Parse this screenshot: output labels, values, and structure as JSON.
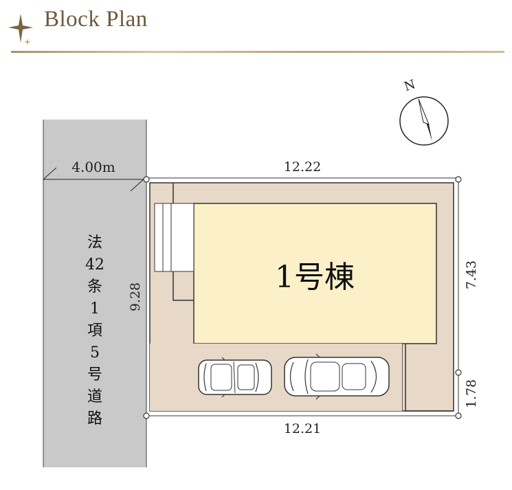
{
  "header": {
    "title": "Block Plan",
    "sparkle_icon": "sparkle-icon",
    "accent_color": "#b8a57a"
  },
  "plan": {
    "road_width": "4.00m",
    "road_label_chars": [
      "法",
      "42",
      "条",
      "1",
      "項",
      "5",
      "号",
      "道",
      "路"
    ],
    "building_label": "1号棟",
    "dimensions": {
      "top": "12.22",
      "bottom": "12.21",
      "left": "9.28",
      "right_upper": "7.43",
      "right_lower": "1.78"
    },
    "north_label": "N",
    "colors": {
      "road": "#c9c9c9",
      "lot": "#e8d8c8",
      "building": "#fbf0c8"
    }
  }
}
